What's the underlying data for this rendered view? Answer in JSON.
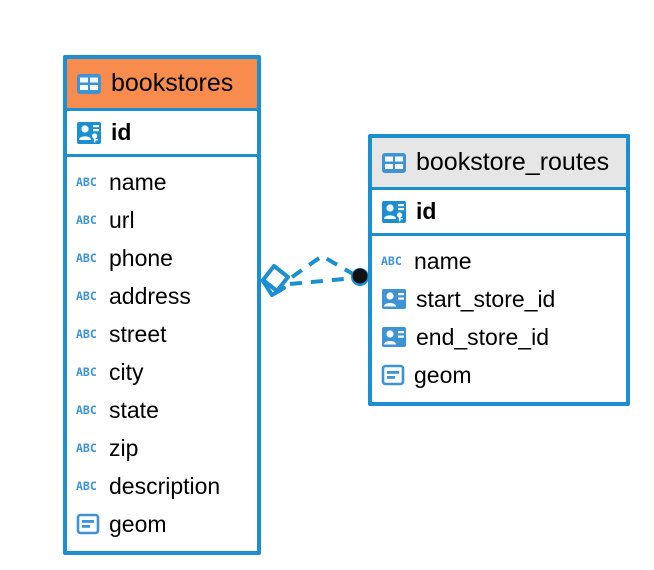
{
  "diagram": {
    "type": "entity-relationship-diagram",
    "background_color": "#FFFFFF",
    "accent_color": "#1B8FD0",
    "highlight_color": "#F78C4E",
    "header_grey": "#E6E6E6"
  },
  "entities": [
    {
      "name": "bookstores",
      "header_style": "orange",
      "title_icon": "table-icon",
      "primary_key": {
        "label": "id",
        "icon": "primary-key-icon"
      },
      "fields": [
        {
          "label": "name",
          "icon": "text-abc-icon"
        },
        {
          "label": "url",
          "icon": "text-abc-icon"
        },
        {
          "label": "phone",
          "icon": "text-abc-icon"
        },
        {
          "label": "address",
          "icon": "text-abc-icon"
        },
        {
          "label": "street",
          "icon": "text-abc-icon"
        },
        {
          "label": "city",
          "icon": "text-abc-icon"
        },
        {
          "label": "state",
          "icon": "text-abc-icon"
        },
        {
          "label": "zip",
          "icon": "text-abc-icon"
        },
        {
          "label": "description",
          "icon": "text-abc-icon"
        },
        {
          "label": "geom",
          "icon": "geometry-icon"
        }
      ]
    },
    {
      "name": "bookstore_routes",
      "header_style": "grey",
      "title_icon": "table-icon",
      "primary_key": {
        "label": "id",
        "icon": "primary-key-icon"
      },
      "fields": [
        {
          "label": "name",
          "icon": "text-abc-icon"
        },
        {
          "label": "start_store_id",
          "icon": "foreign-key-icon"
        },
        {
          "label": "end_store_id",
          "icon": "foreign-key-icon"
        },
        {
          "label": "geom",
          "icon": "geometry-icon"
        }
      ]
    }
  ],
  "relationship": {
    "style": "dashed",
    "color": "#1B8FD0",
    "source_marker": "crows-foot-diamond-icon",
    "target_marker": "filled-circle-icon"
  }
}
